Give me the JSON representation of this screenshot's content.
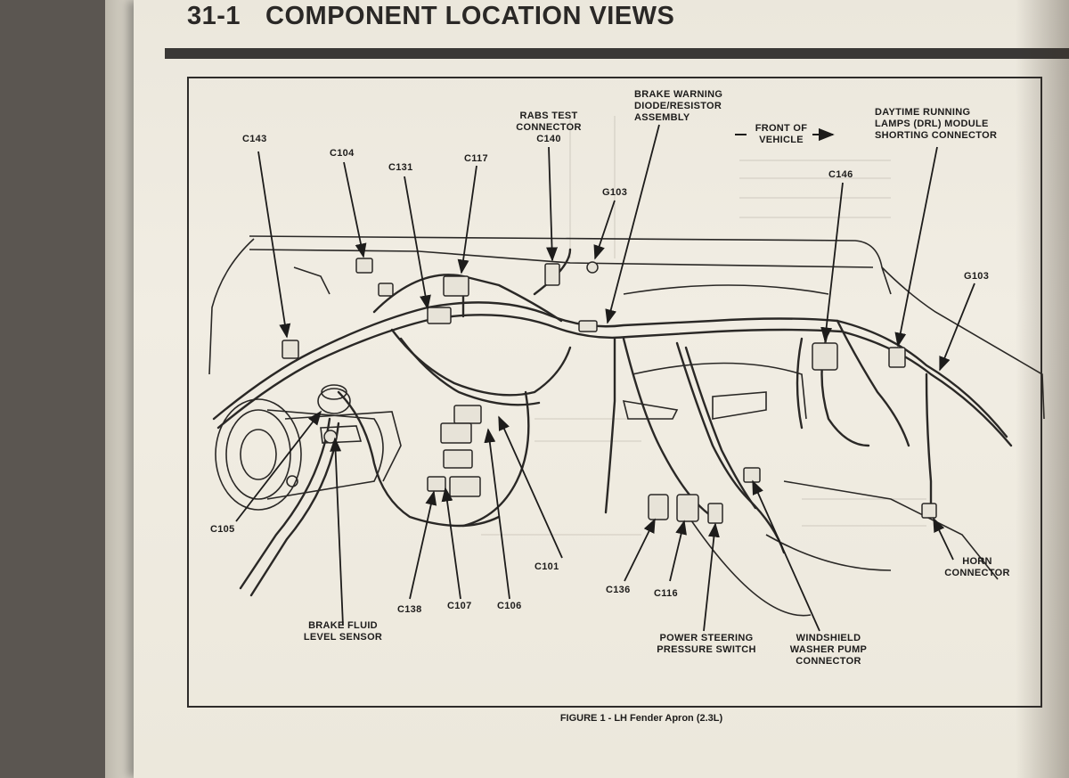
{
  "header": {
    "section_number": "31-1",
    "title": "COMPONENT LOCATION VIEWS"
  },
  "figure": {
    "caption": "FIGURE 1 - LH Fender Apron (2.3L)",
    "labels": {
      "c143": "C143",
      "c104": "C104",
      "c131": "C131",
      "c117": "C117",
      "rabs": "RABS TEST\nCONNECTOR\nC140",
      "g103a": "G103",
      "brake_warning": "BRAKE WARNING\nDIODE/RESISTOR\nASSEMBLY",
      "front_of_vehicle": "FRONT OF\nVEHICLE",
      "drl": "DAYTIME RUNNING\nLAMPS (DRL) MODULE\nSHORTING CONNECTOR",
      "c146": "C146",
      "g103b": "G103",
      "horn": "HORN\nCONNECTOR",
      "c105": "C105",
      "brake_fluid": "BRAKE FLUID\nLEVEL SENSOR",
      "c138": "C138",
      "c107": "C107",
      "c106": "C106",
      "c101": "C101",
      "c136": "C136",
      "c116": "C116",
      "ps_switch": "POWER STEERING\nPRESSURE SWITCH",
      "washer": "WINDSHIELD\nWASHER PUMP\nCONNECTOR"
    }
  }
}
